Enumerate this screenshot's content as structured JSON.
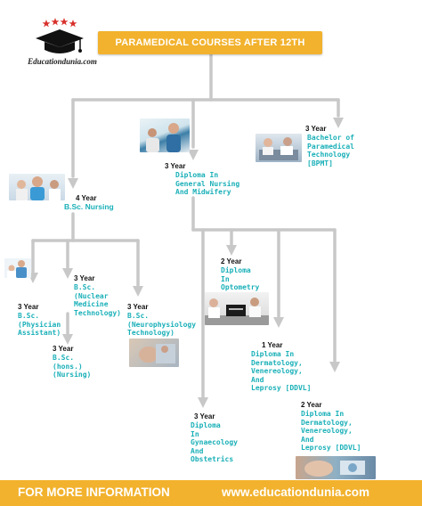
{
  "logo": {
    "text": "Educationdunia.com"
  },
  "header": {
    "title": "PARAMEDICAL COURSES AFTER 12TH"
  },
  "courses": {
    "bpmt": {
      "years": "3 Year",
      "name_lines": [
        "Bachelor of",
        "Paramedical",
        "Technology",
        "[BPMT]"
      ]
    },
    "gnm": {
      "years": "3 Year",
      "name_lines": [
        "Diploma In",
        "General Nursing",
        "And Midwifery"
      ]
    },
    "bsc_nursing": {
      "years": "4 Year",
      "name_lines": [
        "B.Sc. Nursing"
      ]
    },
    "physician_assistant": {
      "years": "3 Year",
      "name_lines": [
        "B.Sc.",
        "(Physician",
        "Assistant)"
      ]
    },
    "nuclear_medicine": {
      "years": "3 Year",
      "name_lines": [
        "B.Sc.",
        "(Nuclear",
        "Medicine",
        "Technology)"
      ]
    },
    "neurophysiology": {
      "years": "3 Year",
      "name_lines": [
        "B.Sc.",
        "(Neurophysiology",
        "Technology)"
      ]
    },
    "hons_nursing": {
      "years": "3 Year",
      "name_lines": [
        "B.Sc.",
        "(hons.)",
        "(Nursing)"
      ]
    },
    "optometry": {
      "years": "2 Year",
      "name_lines": [
        "Diploma",
        "In",
        "Optometry"
      ]
    },
    "ddvl_1": {
      "years": "1 Year",
      "name_lines": [
        "Diploma In",
        "Dermatology,",
        "Venereology,",
        "And",
        "Leprosy [DDVL]"
      ]
    },
    "gynaecology": {
      "years": "3 Year",
      "name_lines": [
        "Diploma",
        "In",
        "Gynaecology",
        "And",
        "Obstetrics"
      ]
    },
    "ddvl_2": {
      "years": "2 Year",
      "name_lines": [
        "Diploma In",
        "Dermatology,",
        "Venereology,",
        "And",
        "Leprosy [DDVL]"
      ]
    }
  },
  "footer": {
    "left": "FOR MORE INFORMATION",
    "right": "www.educationdunia.com"
  },
  "colors": {
    "accent": "#f2b22d",
    "course_name": "#1ab0b8",
    "connector": "#c8c8c8"
  }
}
